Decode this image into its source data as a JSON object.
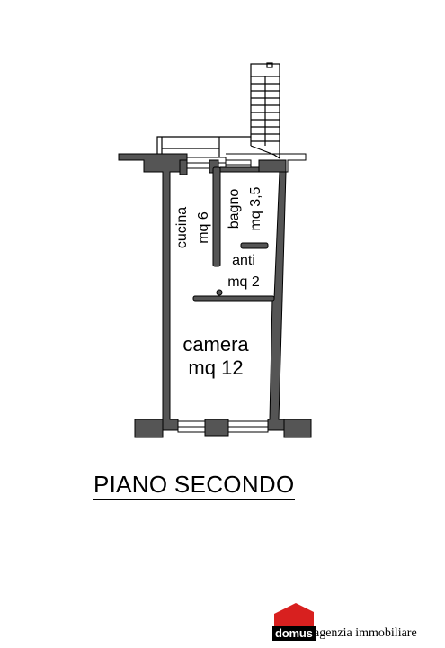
{
  "rooms": [
    {
      "id": "cucina",
      "name": "cucina",
      "area": "mq 6"
    },
    {
      "id": "bagno",
      "name": "bagno",
      "area": "mq 3,5"
    },
    {
      "id": "anti",
      "name": "anti",
      "area": "mq 2"
    },
    {
      "id": "camera",
      "name": "camera",
      "area": "mq 12"
    }
  ],
  "floor_title": "PIANO SECONDO",
  "brand": {
    "name": "domus",
    "tagline": "agenzia immobiliare",
    "logo_color": "#d8201f",
    "logo_icon": "house-roof-icon"
  },
  "colors": {
    "wall": "#555555",
    "line": "#000000",
    "background": "#ffffff"
  }
}
